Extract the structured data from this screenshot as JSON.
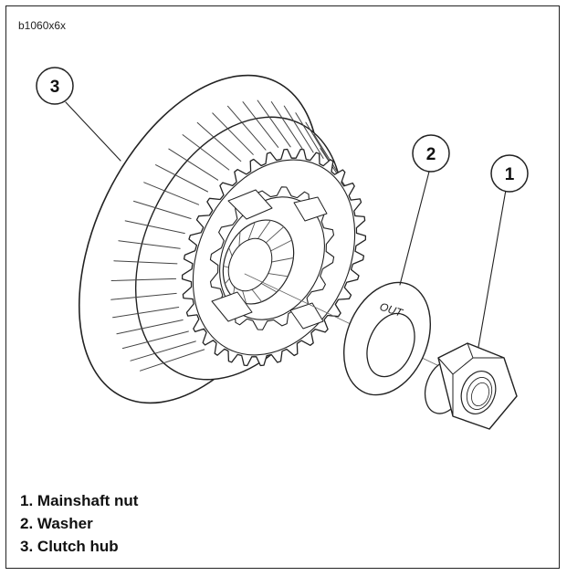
{
  "figure_id": "b1060x6x",
  "callouts": [
    {
      "number": "1",
      "target": "mainshaft-nut"
    },
    {
      "number": "2",
      "target": "washer"
    },
    {
      "number": "3",
      "target": "clutch-hub"
    }
  ],
  "washer_marking": "OUT",
  "legend": [
    {
      "number": "1.",
      "label": "Mainshaft nut"
    },
    {
      "number": "2.",
      "label": "Washer"
    },
    {
      "number": "3.",
      "label": "Clutch hub"
    }
  ],
  "colors": {
    "line": "#222222",
    "background": "#ffffff"
  }
}
